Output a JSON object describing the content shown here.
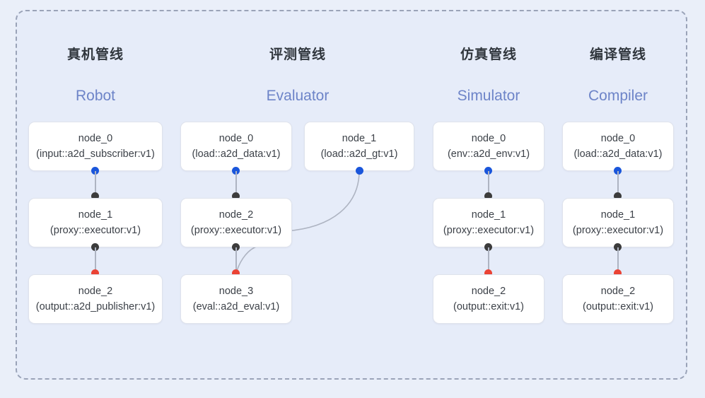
{
  "diagram": {
    "background_color": "#eaeff9",
    "frame_color": "#e6ecf9",
    "frame_border_color": "#9aa3b8",
    "accent_color": "#6d84c8",
    "title_color": "#30363d",
    "port_colors": {
      "output": "#1a56db",
      "input": "#3c3c3c",
      "terminal": "#ea4335"
    },
    "edge_color": "#aeb4c2"
  },
  "columns": [
    {
      "id": "robot",
      "title": "真机管线",
      "subtitle": "Robot",
      "nodes": [
        {
          "name": "node_0",
          "type": "(input::a2d_subscriber:v1)"
        },
        {
          "name": "node_1",
          "type": "(proxy::executor:v1)"
        },
        {
          "name": "node_2",
          "type": "(output::a2d_publisher:v1)"
        }
      ]
    },
    {
      "id": "evaluator",
      "title": "评测管线",
      "subtitle": "Evaluator",
      "nodes": [
        {
          "name": "node_0",
          "type": "(load::a2d_data:v1)"
        },
        {
          "name": "node_1",
          "type": "(load::a2d_gt:v1)"
        },
        {
          "name": "node_2",
          "type": "(proxy::executor:v1)"
        },
        {
          "name": "node_3",
          "type": "(eval::a2d_eval:v1)"
        }
      ]
    },
    {
      "id": "simulator",
      "title": "仿真管线",
      "subtitle": "Simulator",
      "nodes": [
        {
          "name": "node_0",
          "type": "(env::a2d_env:v1)"
        },
        {
          "name": "node_1",
          "type": "(proxy::executor:v1)"
        },
        {
          "name": "node_2",
          "type": "(output::exit:v1)"
        }
      ]
    },
    {
      "id": "compiler",
      "title": "编译管线",
      "subtitle": "Compiler",
      "nodes": [
        {
          "name": "node_0",
          "type": "(load::a2d_data:v1)"
        },
        {
          "name": "node_1",
          "type": "(proxy::executor:v1)"
        },
        {
          "name": "node_2",
          "type": "(output::exit:v1)"
        }
      ]
    }
  ]
}
